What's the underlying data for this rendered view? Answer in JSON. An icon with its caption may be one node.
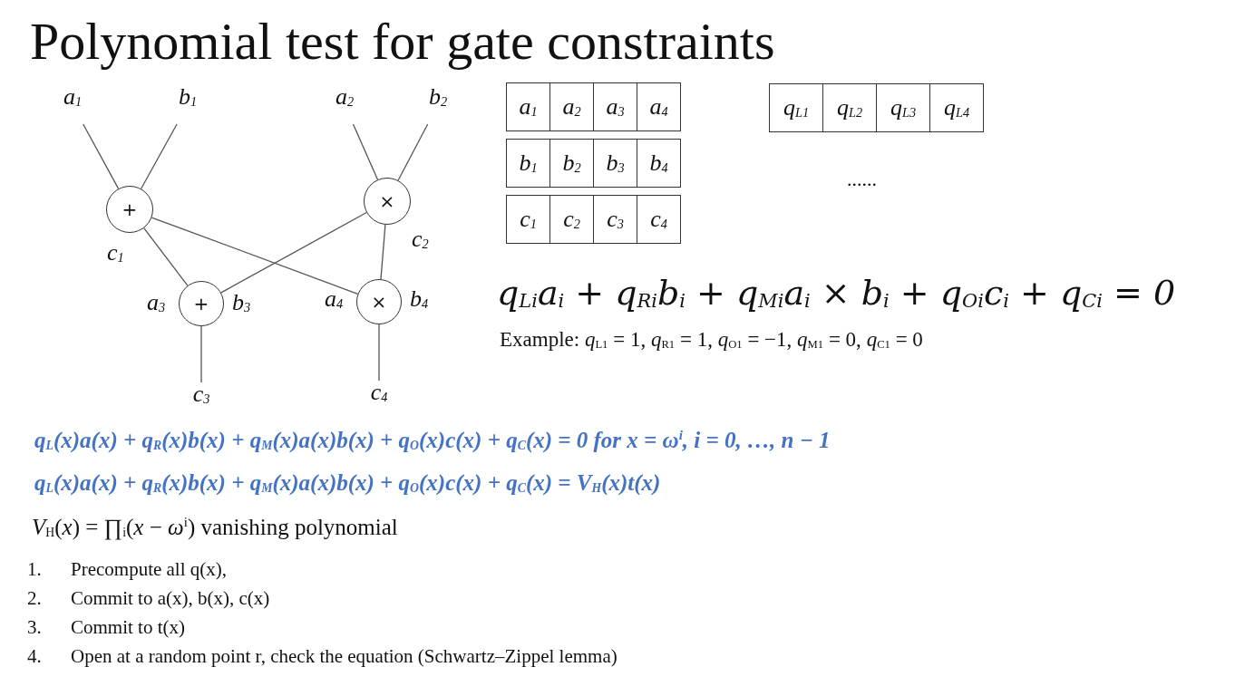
{
  "diagram": {
    "title": "Polynomial test for gate constraints",
    "nodes": [
      {
        "text": [
          "a$_{1}$"
        ]
      },
      {
        "text": [
          "b$_{1}$"
        ]
      },
      {
        "text": [
          "a$_{2}$"
        ]
      },
      {
        "text": [
          "b$_{2}$"
        ]
      },
      {
        "text": [
          "+"
        ],
        "beside": [
          "c$_{1}$"
        ]
      },
      {
        "text": [
          "×"
        ],
        "beside": [
          "c$_{2}$"
        ]
      },
      {
        "text": [
          "+"
        ],
        "beside": [
          "a$_{3}$",
          "b$_{3}$"
        ]
      },
      {
        "text": [
          "×"
        ],
        "beside": [
          "a$_{4}$",
          "b$_{4}$"
        ]
      },
      {
        "text": [
          "c$_{3}$"
        ]
      },
      {
        "text": [
          "c$_{4}$"
        ]
      }
    ],
    "edges": [
      {
        "from": 0,
        "to": 4,
        "arrow": "none"
      },
      {
        "from": 1,
        "to": 4,
        "arrow": "none"
      },
      {
        "from": 2,
        "to": 5,
        "arrow": "none"
      },
      {
        "from": 3,
        "to": 5,
        "arrow": "none"
      },
      {
        "from": 4,
        "to": 6,
        "arrow": "none"
      },
      {
        "from": 4,
        "to": 7,
        "arrow": "none"
      },
      {
        "from": 5,
        "to": 6,
        "arrow": "none"
      },
      {
        "from": 5,
        "to": 7,
        "arrow": "none"
      },
      {
        "from": 6,
        "to": 8,
        "arrow": "none"
      },
      {
        "from": 7,
        "to": 9,
        "arrow": "none"
      }
    ],
    "labels": [
      "a$_{1}$",
      "a$_{2}$",
      "a$_{3}$",
      "a$_{4}$",
      "b$_{1}$",
      "b$_{2}$",
      "b$_{3}$",
      "b$_{4}$",
      "c$_{1}$",
      "c$_{2}$",
      "c$_{3}$",
      "c$_{4}$",
      "q$_{L1}$",
      "q$_{L2}$",
      "q$_{L3}$",
      "q$_{L4}$",
      "......",
      "q$_{Li}$a$_{i}$ + q$_{Ri}$b$_{i}$ + q$_{Mi}$a$_{i}$ × b$_{i}$ + q$_{Oi}$c$_{i}$ + q$_{Ci}$ = 0",
      "Example: *q*$_{L1}$ = 1, *q*$_{R1}$ = 1, *q*$_{O1}$ = −1, *q*$_{M1}$ = 0, *q*$_{C1}$ = 0",
      "q$_{L}$(x)a(x) + q$_{R}$(x)b(x) + q$_{M}$(x)a(x)b(x) + q$_{O}$(x)c(x) + q$_{C}$(x) = 0 for x = ω$^{i}$, i = 0, …, n − 1",
      "q$_{L}$(x)a(x) + q$_{R}$(x)b(x) + q$_{M}$(x)a(x)b(x) + q$_{O}$(x)c(x) + q$_{C}$(x) = V$_{H}$(x)t(x)",
      "*V*$_{H}$(*x*) = ∏$_{i}$(*x* − *ω*$^{i}$) vanishing polynomial",
      "1.",
      "Precompute all q(x),",
      "2.",
      "Commit to a(x), b(x), c(x)",
      "3.",
      "Commit to t(x)",
      "4.",
      "Open at a random point r, check the equation (Schwartz–Zippel lemma)"
    ]
  }
}
